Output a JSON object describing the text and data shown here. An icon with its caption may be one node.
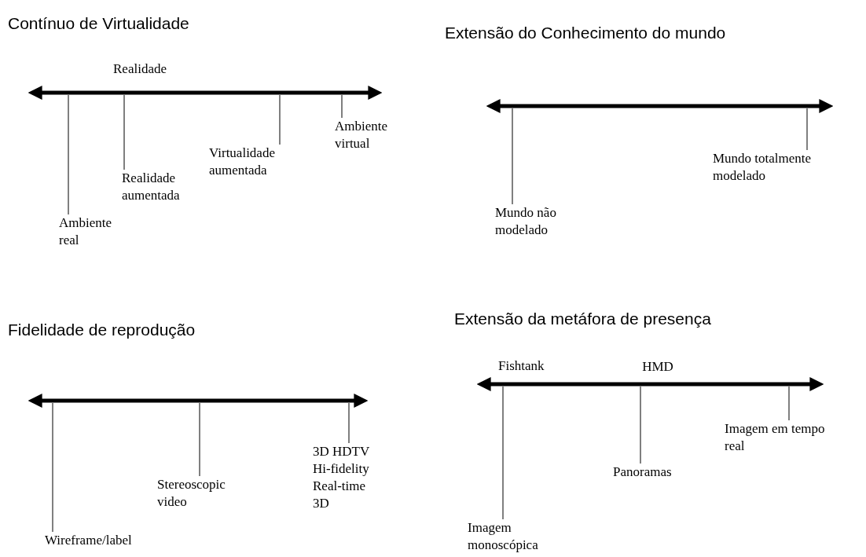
{
  "diagram": {
    "nodes": [
      {
        "text": [
          "Ambiente real"
        ]
      },
      {
        "text": [
          "Realidade aumentada"
        ]
      },
      {
        "text": [
          "Virtualidade aumentada"
        ]
      },
      {
        "text": [
          "Ambiente virtual"
        ]
      },
      {
        "text": [
          "Mundo não modelado"
        ]
      },
      {
        "text": [
          "Mundo totalmente modelado"
        ]
      },
      {
        "text": [
          "Wireframe/label"
        ]
      },
      {
        "text": [
          "Stereoscopic video"
        ]
      },
      {
        "text": [
          "3D HDTV Hi-fidelity Real-time 3D"
        ]
      },
      {
        "text": [
          "Imagem monoscópica"
        ]
      },
      {
        "text": [
          "Panoramas"
        ]
      },
      {
        "text": [
          "Imagem em tempo real"
        ]
      }
    ],
    "edges": [
      {
        "from": 0,
        "to": null,
        "arrow": "none"
      },
      {
        "from": 1,
        "to": null,
        "arrow": "none"
      },
      {
        "from": 2,
        "to": null,
        "arrow": "none"
      },
      {
        "from": 3,
        "to": null,
        "arrow": "none"
      },
      {
        "from": 4,
        "to": null,
        "arrow": "none"
      },
      {
        "from": 5,
        "to": null,
        "arrow": "none"
      },
      {
        "from": 6,
        "to": null,
        "arrow": "none"
      },
      {
        "from": 7,
        "to": null,
        "arrow": "none"
      },
      {
        "from": 8,
        "to": null,
        "arrow": "none"
      },
      {
        "from": 9,
        "to": null,
        "arrow": "none"
      },
      {
        "from": 10,
        "to": null,
        "arrow": "none"
      },
      {
        "from": 11,
        "to": null,
        "arrow": "none"
      }
    ],
    "labels": [
      "Contínuo de Virtualidade",
      "Extensão do Conhecimento do mundo",
      "Realidade",
      "Fidelidade de reprodução",
      "Extensão da metáfora de presença",
      "Fishtank",
      "HMD"
    ]
  }
}
